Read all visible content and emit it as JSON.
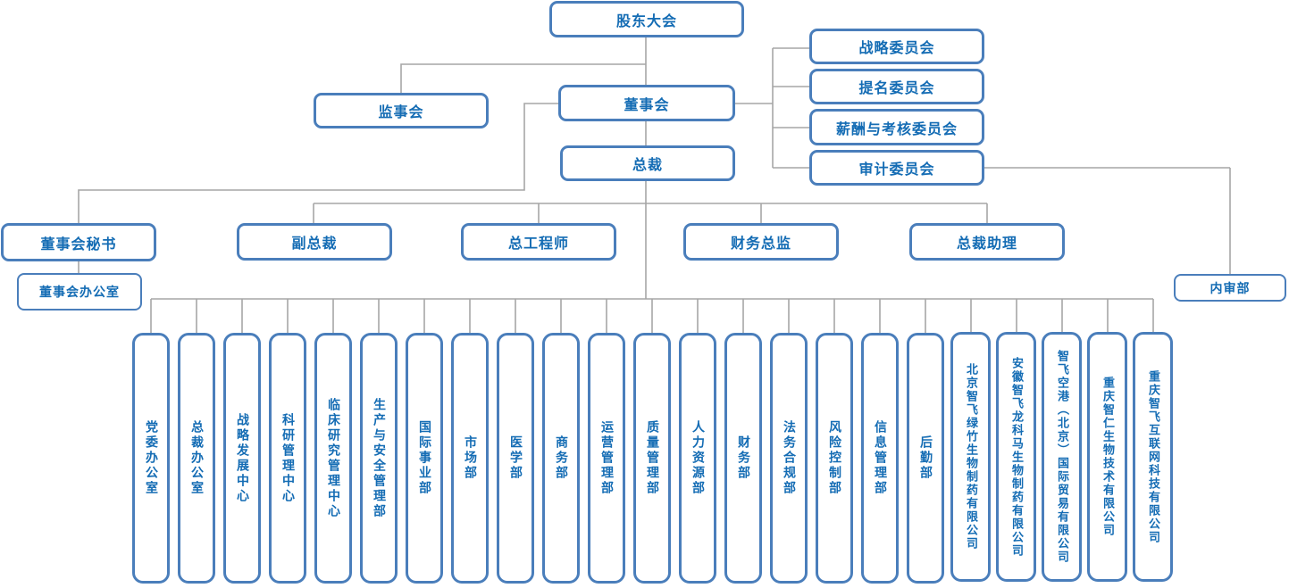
{
  "chart": {
    "top": {
      "shareholders": "股东大会",
      "supervisory_board": "监事会",
      "board": "董事会",
      "president": "总裁"
    },
    "committees": [
      {
        "label": "战略委员会"
      },
      {
        "label": "提名委员会"
      },
      {
        "label": "薪酬与考核委员会"
      },
      {
        "label": "审计委员会"
      }
    ],
    "executives": [
      {
        "label": "董事会秘书"
      },
      {
        "label": "副总裁"
      },
      {
        "label": "总工程师"
      },
      {
        "label": "财务总监"
      },
      {
        "label": "总裁助理"
      }
    ],
    "board_office": "董事会办公室",
    "internal_audit": "内审部",
    "units": [
      {
        "label": "党委办公室",
        "type": "department"
      },
      {
        "label": "总裁办公室",
        "type": "department"
      },
      {
        "label": "战略发展中心",
        "type": "department"
      },
      {
        "label": "科研管理中心",
        "type": "department"
      },
      {
        "label": "临床研究管理中心",
        "type": "department"
      },
      {
        "label": "生产与安全管理部",
        "type": "department"
      },
      {
        "label": "国际事业部",
        "type": "department"
      },
      {
        "label": "市场部",
        "type": "department"
      },
      {
        "label": "医学部",
        "type": "department"
      },
      {
        "label": "商务部",
        "type": "department"
      },
      {
        "label": "运营管理部",
        "type": "department"
      },
      {
        "label": "质量管理部",
        "type": "department"
      },
      {
        "label": "人力资源部",
        "type": "department"
      },
      {
        "label": "财务部",
        "type": "department"
      },
      {
        "label": "法务合规部",
        "type": "department"
      },
      {
        "label": "风险控制部",
        "type": "department"
      },
      {
        "label": "信息管理部",
        "type": "department"
      },
      {
        "label": "后勤部",
        "type": "department"
      },
      {
        "label": "北京智飞绿竹生物制药有限公司",
        "type": "subsidiary"
      },
      {
        "label": "安徽智飞龙科马生物制药有限公司",
        "type": "subsidiary"
      },
      {
        "label": "智飞空港（北京）国际贸易有限公司",
        "type": "subsidiary"
      },
      {
        "label": "重庆智仁生物技术有限公司",
        "type": "subsidiary"
      },
      {
        "label": "重庆智飞互联网科技有限公司",
        "type": "subsidiary"
      }
    ]
  },
  "colors": {
    "box_border": "#4a7ebb",
    "label_text": "#146cb4",
    "connector": "#a6a6a6"
  }
}
